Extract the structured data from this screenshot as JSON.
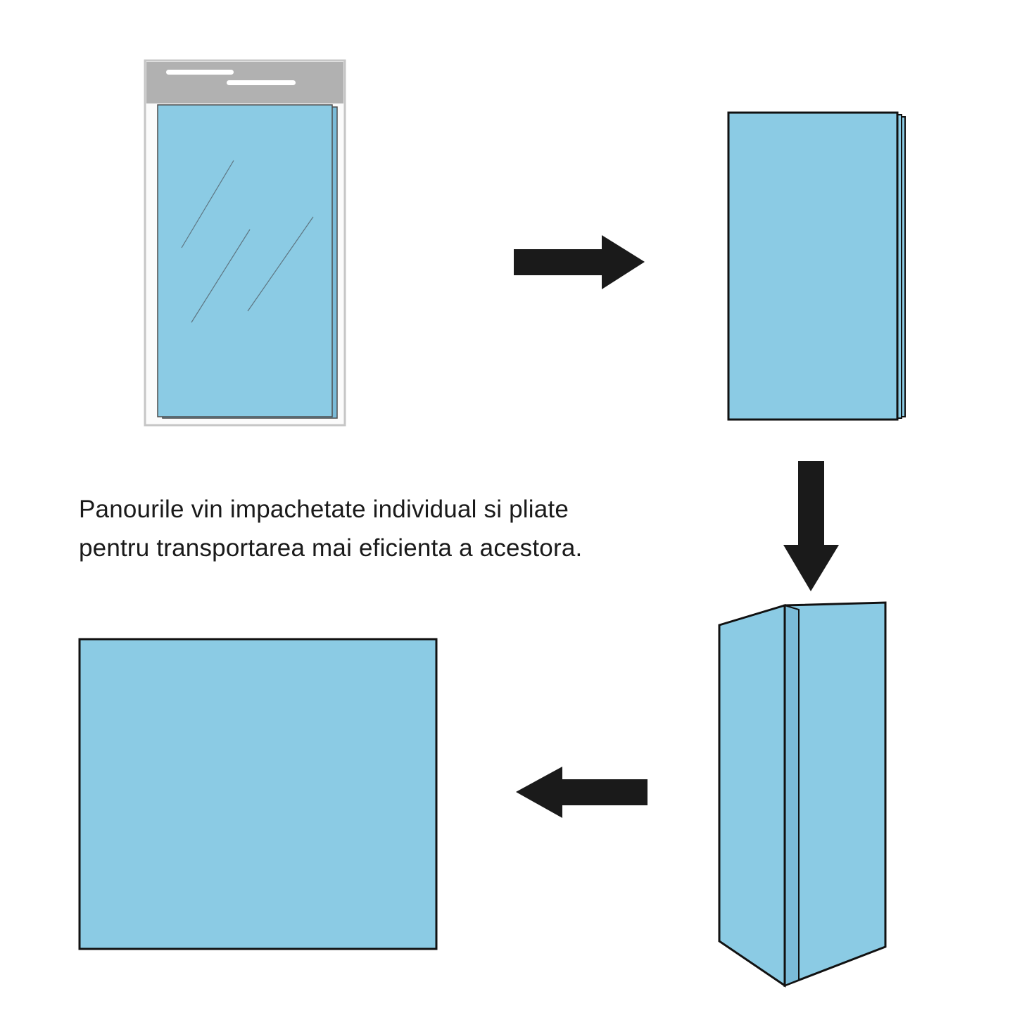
{
  "caption": {
    "line1": "Panourile vin impachetate individual si pliate",
    "line2": "pentru transportarea mai eficienta a acestora."
  },
  "colors": {
    "panel_blue": "#8BCBE4",
    "panel_blue_shade": "#7ABBD8",
    "wrap_gray": "#b1b1b1",
    "wrap_white": "#fbfbfb",
    "glare_white": "#ffffff",
    "arrow_black": "#1a1a1a"
  },
  "figures": {
    "step1": "packaged-panel",
    "step2": "folded-panel",
    "step3": "trifold-panel-opening",
    "step4": "unfolded-panel"
  }
}
